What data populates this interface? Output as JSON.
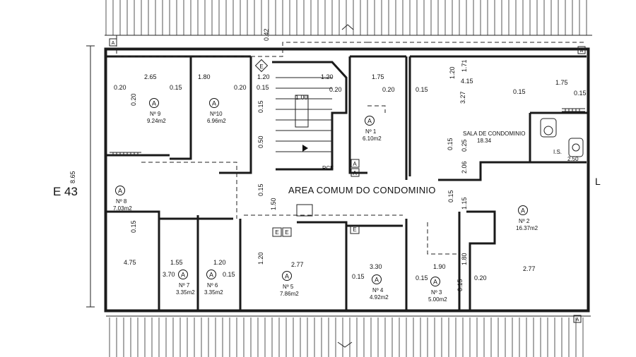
{
  "plan": {
    "common_area_label": "AREA COMUM DO CONDOMINIO",
    "side_label": "E 43",
    "right_edge_label": "L",
    "overall_dim": "8.65",
    "unit_marker": "A",
    "markers": {
      "stair_e": "E",
      "ele1": "E",
      "ele2": "E",
      "ele3": "E",
      "pcf": "PCF",
      "a1": "A",
      "a2": "A"
    },
    "rooms": [
      {
        "num": "Nº 9",
        "area": "9.24m2"
      },
      {
        "num": "Nº10",
        "area": "6.96m2"
      },
      {
        "num": "Nº 1",
        "area": "6.10m2"
      },
      {
        "num": "SALA DE CONDOMINIO",
        "area": "18.34"
      },
      {
        "num": "I.S.",
        "area": "2.50"
      },
      {
        "num": "Nº 8",
        "area": "7.03m2"
      },
      {
        "num": "Nº 2",
        "area": "16.37m2"
      },
      {
        "num": "Nº 7",
        "area": "3.35m2"
      },
      {
        "num": "Nº 6",
        "area": "3.35m2"
      },
      {
        "num": "Nº 5",
        "area": "7.86m2"
      },
      {
        "num": "Nº 4",
        "area": "4.92m2"
      },
      {
        "num": "Nº 3",
        "area": "5.00m2"
      }
    ],
    "dims": [
      "0.42",
      "2.65",
      "1.80",
      "1.20",
      "1.20",
      "1.75",
      "4.15",
      "1.75",
      "0.20",
      "0.15",
      "0.20",
      "0.15",
      "0.20",
      "0.20",
      "0.15",
      "0.15",
      "0.15",
      "0.20",
      "3.27",
      "0.15",
      "1.00",
      "0.50",
      "1.20",
      "1.71",
      "0.25",
      "0.15",
      "2.06",
      "0.15",
      "1.50",
      "0.15",
      "1.15",
      "0.15",
      "4.75",
      "1.55",
      "1.20",
      "1.20",
      "2.77",
      "3.30",
      "1.90",
      "1.80",
      "2.77",
      "3.70",
      "0.15",
      "0.15",
      "0.15",
      "0.20",
      "0.15",
      "0.15",
      "0.25"
    ]
  }
}
